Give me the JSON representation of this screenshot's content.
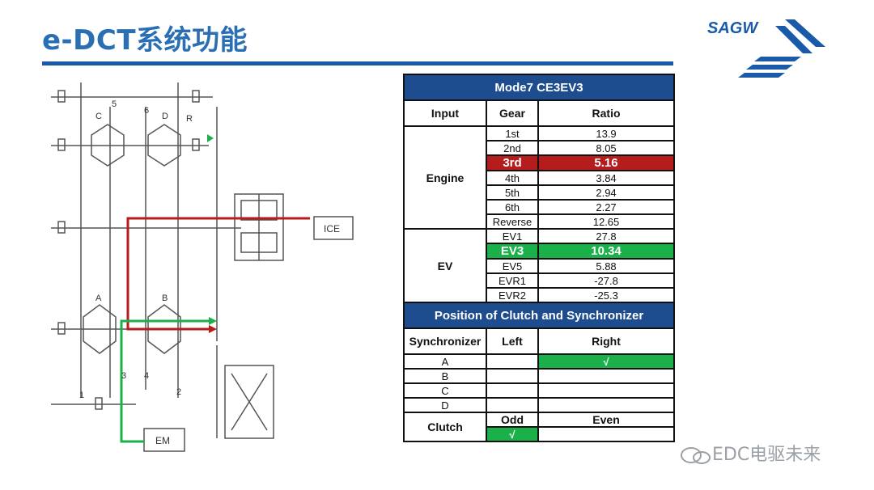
{
  "title": "e-DCT系统功能",
  "logo_text": "SAGW",
  "watermark": "EDC电驱未来",
  "diagram": {
    "ice_label": "ICE",
    "em_label": "EM",
    "sync_labels": [
      "C",
      "D",
      "A",
      "B"
    ],
    "gear_numbers": [
      "5",
      "6",
      "R",
      "3",
      "4",
      "1",
      "2"
    ]
  },
  "table": {
    "header": "Mode7  CE3EV3",
    "col_input": "Input",
    "col_gear": "Gear",
    "col_ratio": "Ratio",
    "engine_label": "Engine",
    "engine_rows": [
      {
        "gear": "1st",
        "ratio": "13.9"
      },
      {
        "gear": "2nd",
        "ratio": "8.05"
      },
      {
        "gear": "3rd",
        "ratio": "5.16"
      },
      {
        "gear": "4th",
        "ratio": "3.84"
      },
      {
        "gear": "5th",
        "ratio": "2.94"
      },
      {
        "gear": "6th",
        "ratio": "2.27"
      },
      {
        "gear": "Reverse",
        "ratio": "12.65"
      }
    ],
    "ev_label": "EV",
    "ev_rows": [
      {
        "gear": "EV1",
        "ratio": "27.8"
      },
      {
        "gear": "EV3",
        "ratio": "10.34"
      },
      {
        "gear": "EV5",
        "ratio": "5.88"
      },
      {
        "gear": "EVR1",
        "ratio": "-27.8"
      },
      {
        "gear": "EVR2",
        "ratio": "-25.3"
      }
    ],
    "position_header": "Position of Clutch and  Synchronizer",
    "col_sync": "Synchronizer",
    "col_left": "Left",
    "col_right": "Right",
    "sync_rows": [
      {
        "name": "A",
        "left": "",
        "right": "√"
      },
      {
        "name": "B",
        "left": "",
        "right": ""
      },
      {
        "name": "C",
        "left": "",
        "right": ""
      },
      {
        "name": "D",
        "left": "",
        "right": ""
      }
    ],
    "clutch_label": "Clutch",
    "odd_label": "Odd",
    "even_label": "Even",
    "odd_value": "√",
    "even_value": ""
  }
}
